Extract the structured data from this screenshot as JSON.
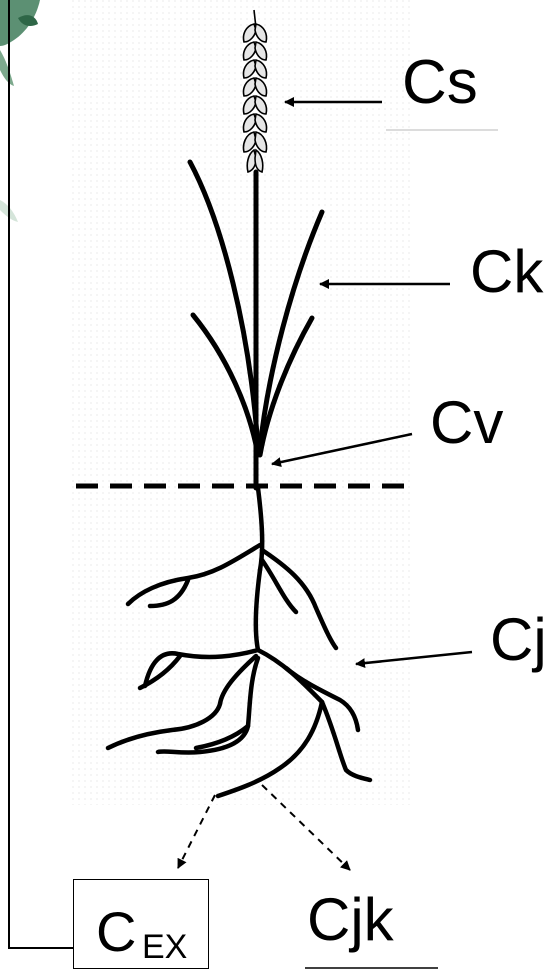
{
  "labels": {
    "cs": "Cs",
    "ck": "Ck",
    "cv": "Cv",
    "cj": "Cj",
    "cjk": "Cjk"
  },
  "cex": {
    "main": "C",
    "sub": "EX"
  }
}
